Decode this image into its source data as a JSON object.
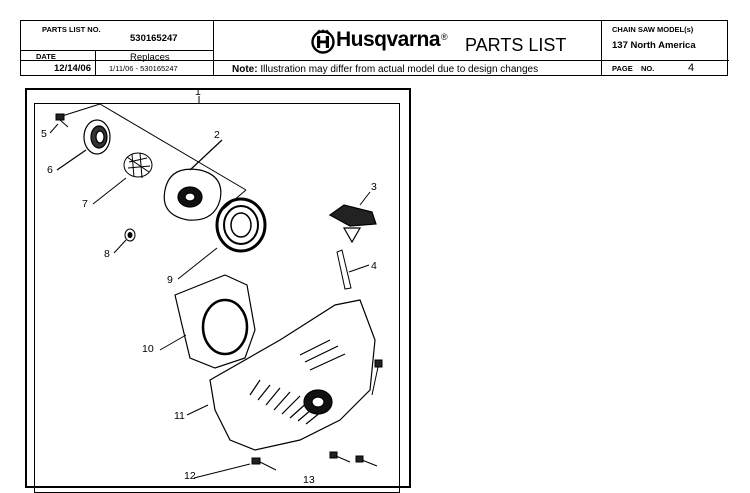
{
  "header": {
    "parts_list_no_label": "PARTS LIST NO.",
    "parts_list_no": "530165247",
    "date_label": "DATE",
    "date": "12/14/06",
    "replaces_label": "Replaces",
    "replaces_value": "1/11/06 - 530165247",
    "brand": "Husqvarna",
    "registered_mark": "®",
    "title": "PARTS LIST",
    "note_label": "Note:",
    "note_text": " Illustration may differ from actual model due to design changes",
    "model_label": "CHAIN SAW MODEL(s)",
    "model": "137 North America",
    "page_label": "PAGE",
    "page_no_label": "NO.",
    "page_number": "4"
  },
  "callouts": {
    "c1": "1",
    "c2": "2",
    "c3": "3",
    "c4": "4",
    "c5": "5",
    "c6": "6",
    "c7": "7",
    "c8": "8",
    "c9": "9",
    "c10": "10",
    "c11": "11",
    "c12": "12",
    "c13": "13"
  },
  "icons": {
    "brand_logo": "husqvarna-crown-h-logo"
  }
}
